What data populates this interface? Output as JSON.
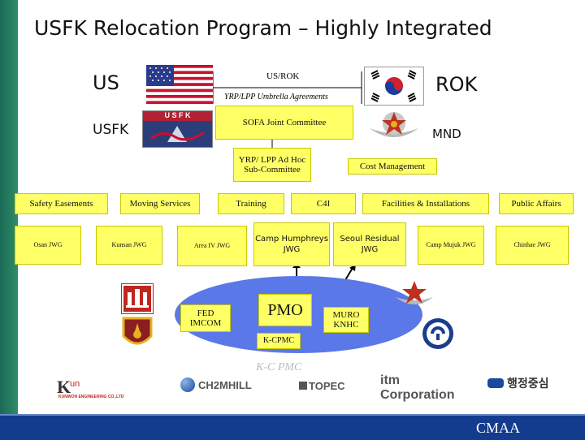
{
  "title": "USFK Relocation Program – Highly Integrated",
  "labels": {
    "us": "US",
    "rok": "ROK",
    "usfk": "USFK",
    "mnd": "MND",
    "usrok": "US/ROK",
    "umbrella": "YRP/LPP  Umbrella Agreements",
    "usfk_badge": "U S F K",
    "kcpmc_watermark": "K-C PMC"
  },
  "boxes": {
    "sofa": "SOFA Joint Committee",
    "adhoc": "YRP/ LPP Ad Hoc Sub-Committee",
    "cost": "Cost Management",
    "safety": "Safety Easements",
    "moving": "Moving Services",
    "training": "Training",
    "c4i": "C4I",
    "facilities": "Facilities & Installations",
    "public": "Public Affairs",
    "osan": "Osan JWG",
    "kunsan": "Kunsan JWG",
    "area4": "Area IV JWG",
    "humphreys": "Camp Humphreys JWG",
    "seoul": "Seoul Residual JWG",
    "mujuk": "Camp Mujuk JWG",
    "chinhae": "Chinhae JWG",
    "fed": "FED IMCOM",
    "pmo": "PMO",
    "muro": "MURO KNHC",
    "kcpmc": "K-CPMC"
  },
  "logos": {
    "kunwon": "KUNWON ENGINEERING CO.,LTD",
    "ch2m": "CH2MHILL",
    "topec": "TOPEC",
    "itm": "itm Corporation",
    "hangul": "행정중심"
  },
  "footer": "CMAA",
  "colors": {
    "box": "#ffff66",
    "ellipse": "#5b78e8",
    "footer": "#143c8e",
    "sidebar": "#2a7e62"
  }
}
